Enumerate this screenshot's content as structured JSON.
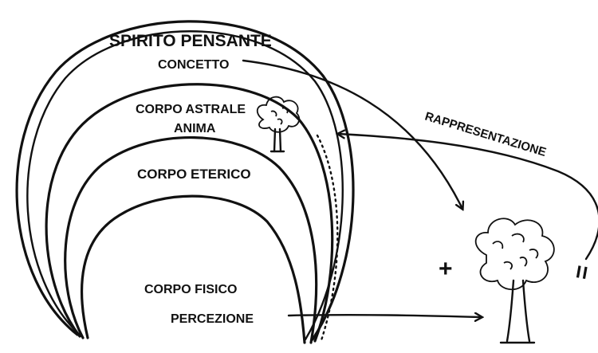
{
  "labels": {
    "spirito_pensante": "SPIRITO PENSANTE",
    "concetto": "CONCETTO",
    "corpo_astrale": "CORPO ASTRALE",
    "anima": "ANIMA",
    "corpo_eterico": "CORPO ETERICO",
    "corpo_fisico": "CORPO FISICO",
    "percezione": "PERCEZIONE",
    "rappresentazione": "RAPPRESENTAZIONE",
    "plus": "+",
    "equals": "="
  }
}
